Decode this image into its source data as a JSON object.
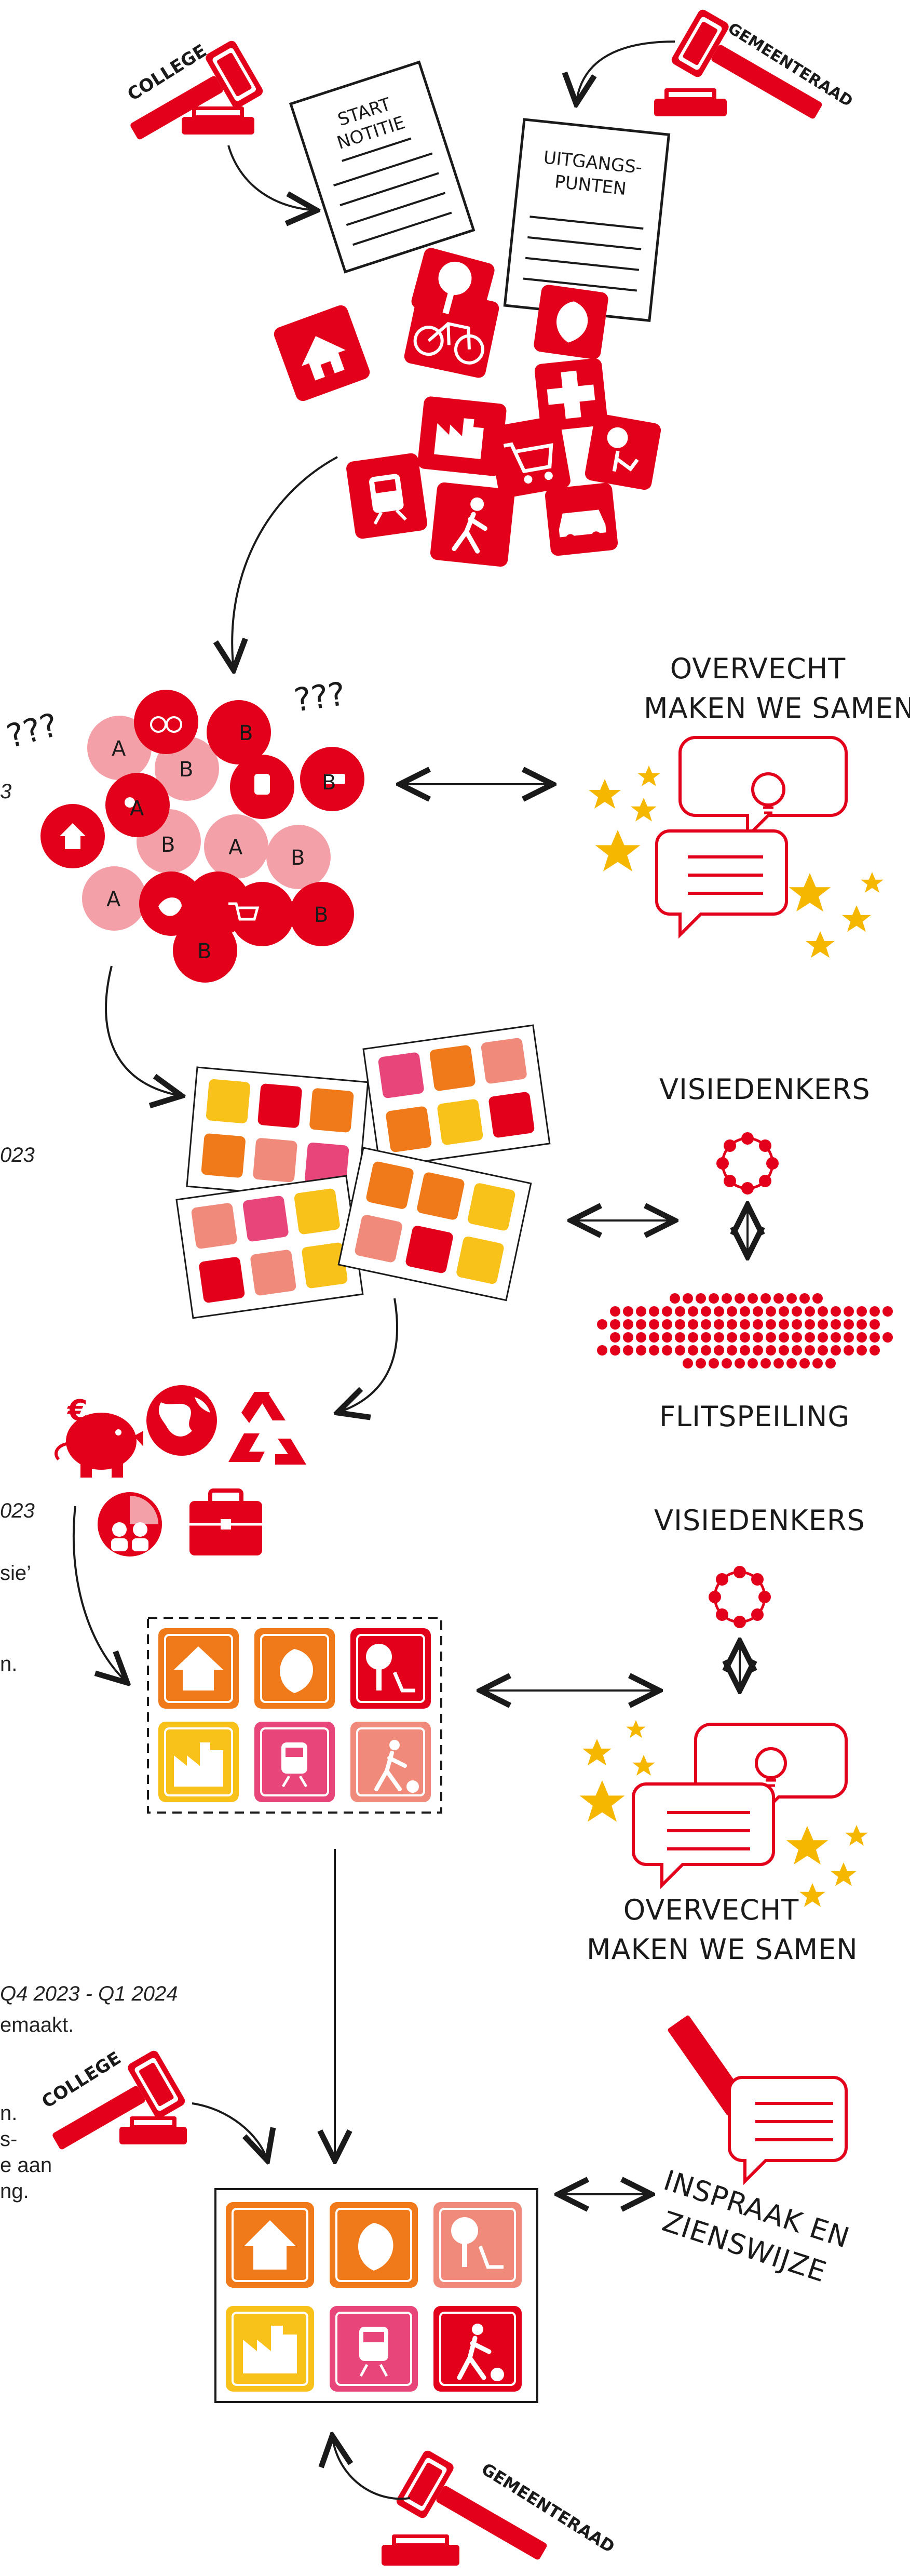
{
  "top": {
    "college_label": "COLLEGE",
    "gemeenteraad_label": "GEMEENTERAAD",
    "doc1_title": "START\nNOTITIE",
    "doc2_title": "UITGANGS-\nPUNTEN"
  },
  "step1": {
    "question_marks_left": "???",
    "question_marks_right": "???",
    "partial_date": "3",
    "ab_letters": [
      "A",
      "B"
    ],
    "overvecht_label": "OVERVECHT\nMAKEN WE SAMEN"
  },
  "step2": {
    "partial_date": "023",
    "visiedenkers_label": "VISIEDENKERS",
    "flitspeiling_label": "FLITSPEILING"
  },
  "step3": {
    "partial_date": "023",
    "partial_text_1": "sie’",
    "partial_text_2": "n.",
    "euro_symbol": "€",
    "visiedenkers_label": "VISIEDENKERS",
    "overvecht_label": "OVERVECHT\nMAKEN WE SAMEN"
  },
  "step4": {
    "date_range": "Q4 2023 - Q1 2024",
    "partial_line_1": "emaakt.",
    "partial_line_2": "n.",
    "partial_line_3": "s-",
    "partial_line_4": "e aan",
    "partial_line_5": "ng.",
    "college_label": "COLLEGE",
    "inspraak_label": "INSPRAAK EN\nZIENSWIJZE"
  },
  "bottom": {
    "gemeenteraad_label": "GEMEENTERAAD"
  },
  "colors": {
    "red": "#e3001b",
    "pink": "#f4a0a8",
    "orange": "#f07a1a",
    "yellow": "#f9c21a",
    "magenta": "#e8457a",
    "salmon": "#f08a7a",
    "star": "#f5b700"
  }
}
